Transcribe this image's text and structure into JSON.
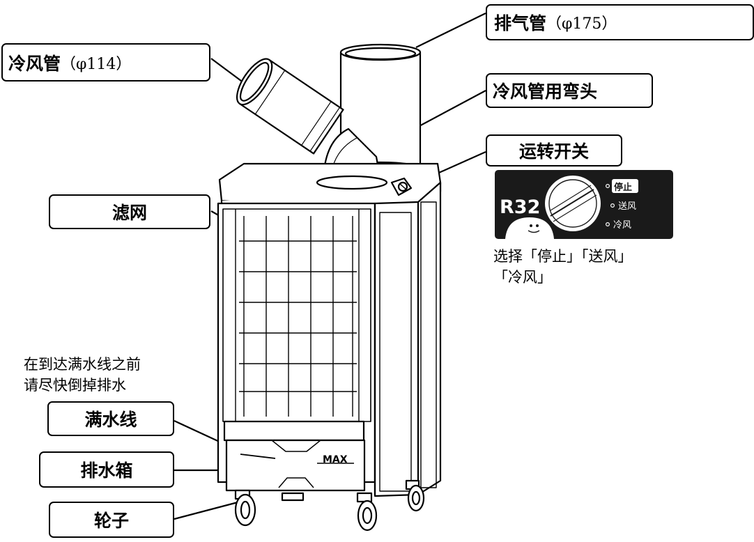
{
  "labels": {
    "cold_air_duct": {
      "main": "冷风管",
      "sub": "（φ114）"
    },
    "exhaust_duct": {
      "main": "排气管",
      "sub": "（φ175）"
    },
    "elbow": "冷风管用弯头",
    "switch": "运转开关",
    "filter": "滤网",
    "full_line": "满水线",
    "drain_tank": "排水箱",
    "wheels": "轮子"
  },
  "notes": {
    "switch_select_line1": "选择「停止」「送风」",
    "switch_select_line2": "「冷风」",
    "drain_line1": "在到达满水线之前",
    "drain_line2": "请尽快倒掉排水"
  },
  "panel": {
    "badge": "R32",
    "options": [
      "停止",
      "送风",
      "冷风"
    ],
    "background": "#1a1a1a"
  },
  "tank_mark": "MAX"
}
